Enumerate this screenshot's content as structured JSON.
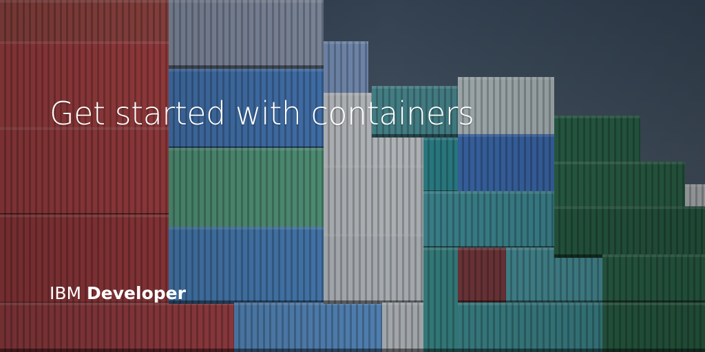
{
  "title": "Get started with containers",
  "brand": {
    "company": "IBM",
    "product": "Developer"
  },
  "colors": {
    "text": "#ffffff",
    "sky": "#4a5a6a",
    "container_red": "#b5484a",
    "container_blue": "#3f77b4",
    "container_green": "#4f9a7e",
    "container_gray": "#c9cdd0",
    "container_teal": "#3f8c92",
    "container_darkgreen": "#2f6a4c"
  }
}
